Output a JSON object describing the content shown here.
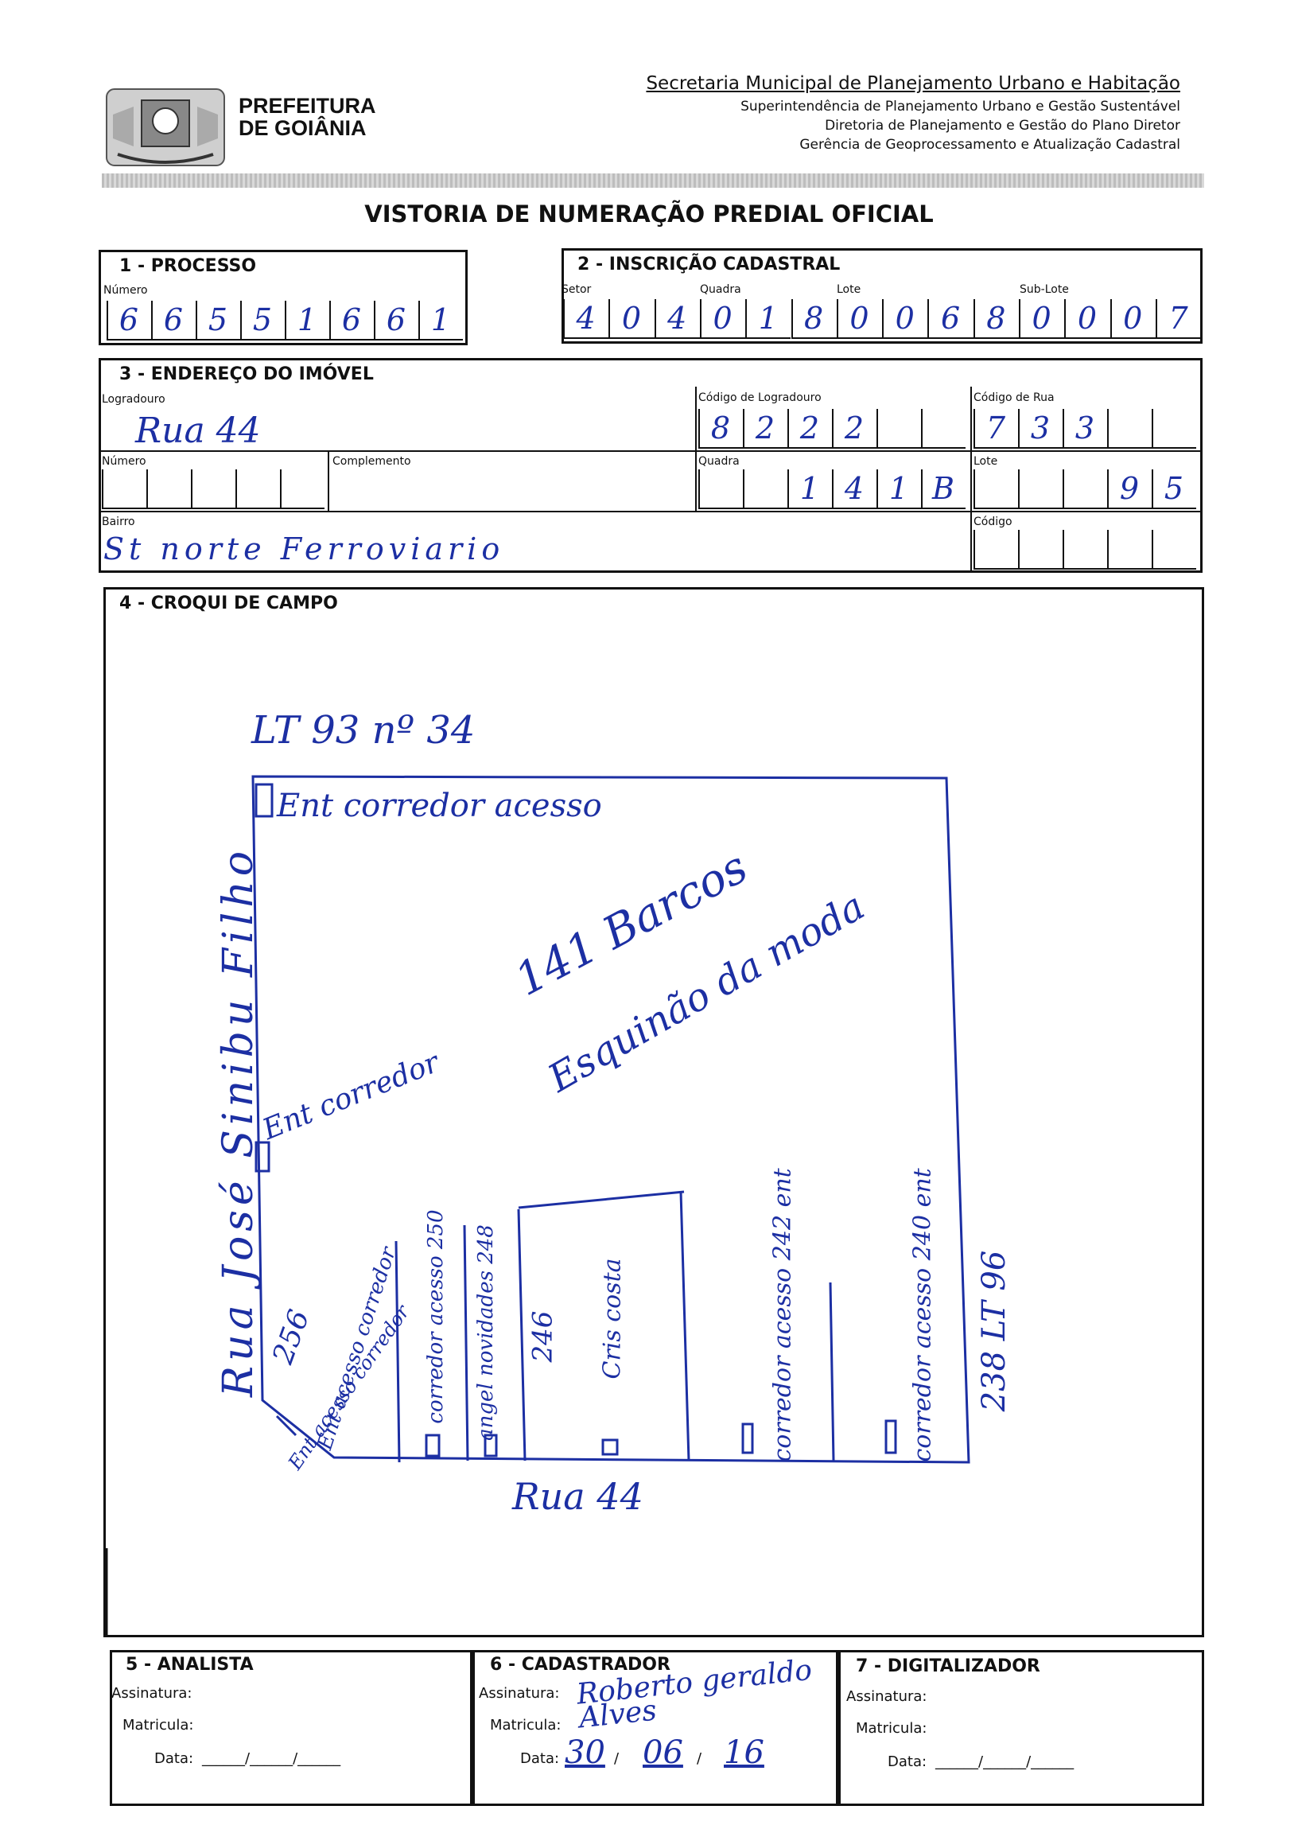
{
  "header": {
    "org_line1": "PREFEITURA",
    "org_line2": "DE GOIÂNIA",
    "secretaria": "Secretaria Municipal de Planejamento Urbano e Habitação",
    "superintendencia": "Superintendência de Planejamento Urbano e Gestão Sustentável",
    "diretoria": "Diretoria de Planejamento e Gestão do Plano Diretor",
    "gerencia": "Gerência de Geoprocessamento e Atualização Cadastral"
  },
  "form_title": "VISTORIA DE NUMERAÇÃO PREDIAL OFICIAL",
  "processo": {
    "title": "1 - PROCESSO",
    "numero_label": "Número",
    "digits": [
      "6",
      "6",
      "5",
      "5",
      "1",
      "6",
      "6",
      "1"
    ]
  },
  "inscricao": {
    "title": "2 - INSCRIÇÃO CADASTRAL",
    "setor_label": "Setor",
    "quadra_label": "Quadra",
    "lote_label": "Lote",
    "sublote_label": "Sub-Lote",
    "digits": [
      "4",
      "0",
      "4",
      "0",
      "1",
      "8",
      "0",
      "0",
      "6",
      "8",
      "0",
      "0",
      "0",
      "7"
    ]
  },
  "endereco": {
    "title": "3 - ENDEREÇO DO IMÓVEL",
    "logradouro_label": "Logradouro",
    "logradouro_value": "Rua 44",
    "cod_logradouro_label": "Código de Logradouro",
    "cod_logradouro_digits": [
      "8",
      "2",
      "2",
      "2"
    ],
    "cod_rua_label": "Código de Rua",
    "cod_rua_digits": [
      "7",
      "3",
      "3"
    ],
    "numero_label": "Número",
    "complemento_label": "Complemento",
    "quadra_label": "Quadra",
    "quadra_digits": [
      "1",
      "4",
      "1",
      "B"
    ],
    "lote_label": "Lote",
    "lote_digits": [
      "9",
      "5"
    ],
    "bairro_label": "Bairro",
    "bairro_value": "St norte Ferroviario",
    "codigo_label": "Código"
  },
  "croqui": {
    "title": "4 - CROQUI DE CAMPO",
    "top_note": "LT 93 nº 34",
    "ent_top": "Ent corredor acesso",
    "left_street": "Rua José Sinibu Filho",
    "center_1": "141 Barcos",
    "center_2": "Esquinão da moda",
    "ent_left": "Ent corredor",
    "unit_256a": "256",
    "unit_256b": "Ent acesso corredor",
    "unit_250": "corredor acesso 250",
    "unit_248": "angel novidades 248",
    "unit_246a": "246",
    "unit_246b": "Cris costa",
    "unit_242": "corredor acesso 242 ent",
    "unit_240": "corredor acesso 240 ent",
    "right_note": "238 LT 96",
    "ent_corner": "Ent acesso corredor",
    "bottom_street": "Rua 44"
  },
  "analista": {
    "title": "5 - ANALISTA",
    "assinatura_label": "Assinatura:",
    "matricula_label": "Matricula:",
    "data_label": "Data:"
  },
  "cadastrador": {
    "title": "6 - CADASTRADOR",
    "assinatura_label": "Assinatura:",
    "matricula_label": "Matricula:",
    "data_label": "Data:",
    "signature": "Roberto geraldo Alves",
    "date_day": "30",
    "date_month": "06",
    "date_year": "16"
  },
  "digitalizador": {
    "title": "7 - DIGITALIZADOR",
    "assinatura_label": "Assinatura:",
    "matricula_label": "Matricula:",
    "data_label": "Data:"
  },
  "colors": {
    "ink": "#1c2fa3",
    "border": "#111111"
  }
}
